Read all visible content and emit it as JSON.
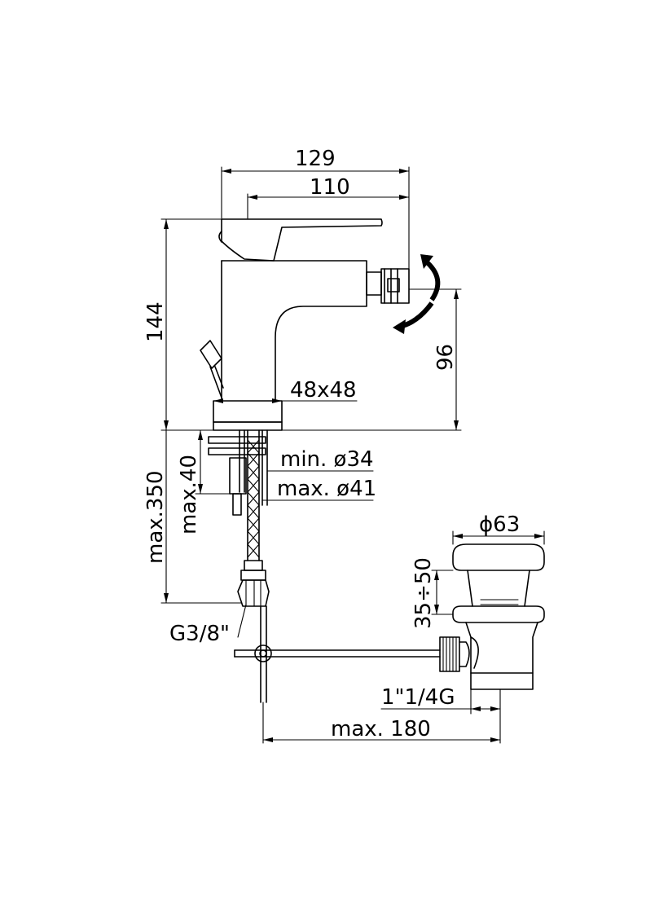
{
  "dimensions": {
    "width_129": "129",
    "width_110": "110",
    "height_144": "144",
    "height_96": "96",
    "base_48x48": "48x48",
    "hole_min": "min. ø34",
    "hole_max": "max. ø41",
    "max_350": "max.350",
    "max_40": "max.40",
    "thread_g38": "G3/8\"",
    "drain_63": "ϕ63",
    "drain_35_50": "35÷50",
    "thread_1_1_4g": "1\"1/4G",
    "max_180": "max. 180"
  }
}
